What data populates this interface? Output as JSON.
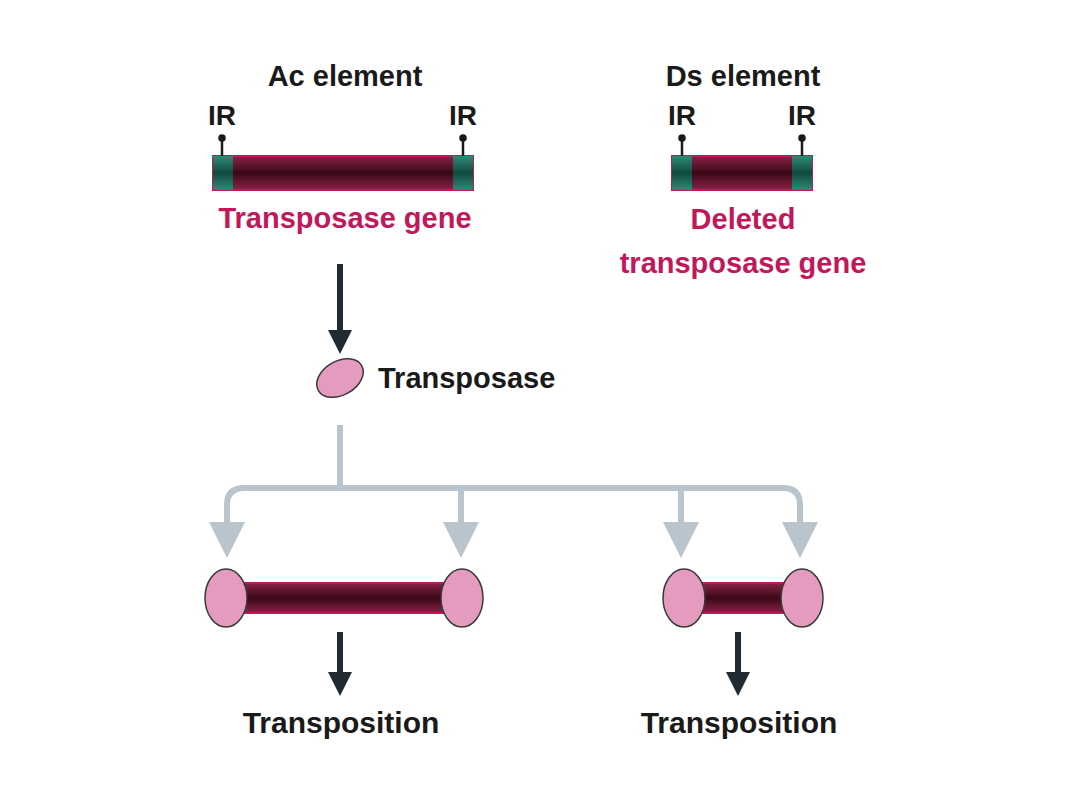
{
  "diagram": {
    "nodes": [
      {
        "text": [
          "Ac element",
          "Transposase gene"
        ]
      },
      {
        "text": [
          "Ds element",
          "Deleted transposase gene"
        ]
      },
      {
        "text": [
          "Transposase"
        ]
      },
      {
        "text": [
          "Transposition"
        ]
      },
      {
        "text": [
          "Transposition"
        ]
      }
    ],
    "edges": [
      {
        "from": 0,
        "to": 2,
        "arrow": "to"
      }
    ],
    "labels": [
      "IR",
      "IR",
      "IR",
      "IR"
    ]
  }
}
